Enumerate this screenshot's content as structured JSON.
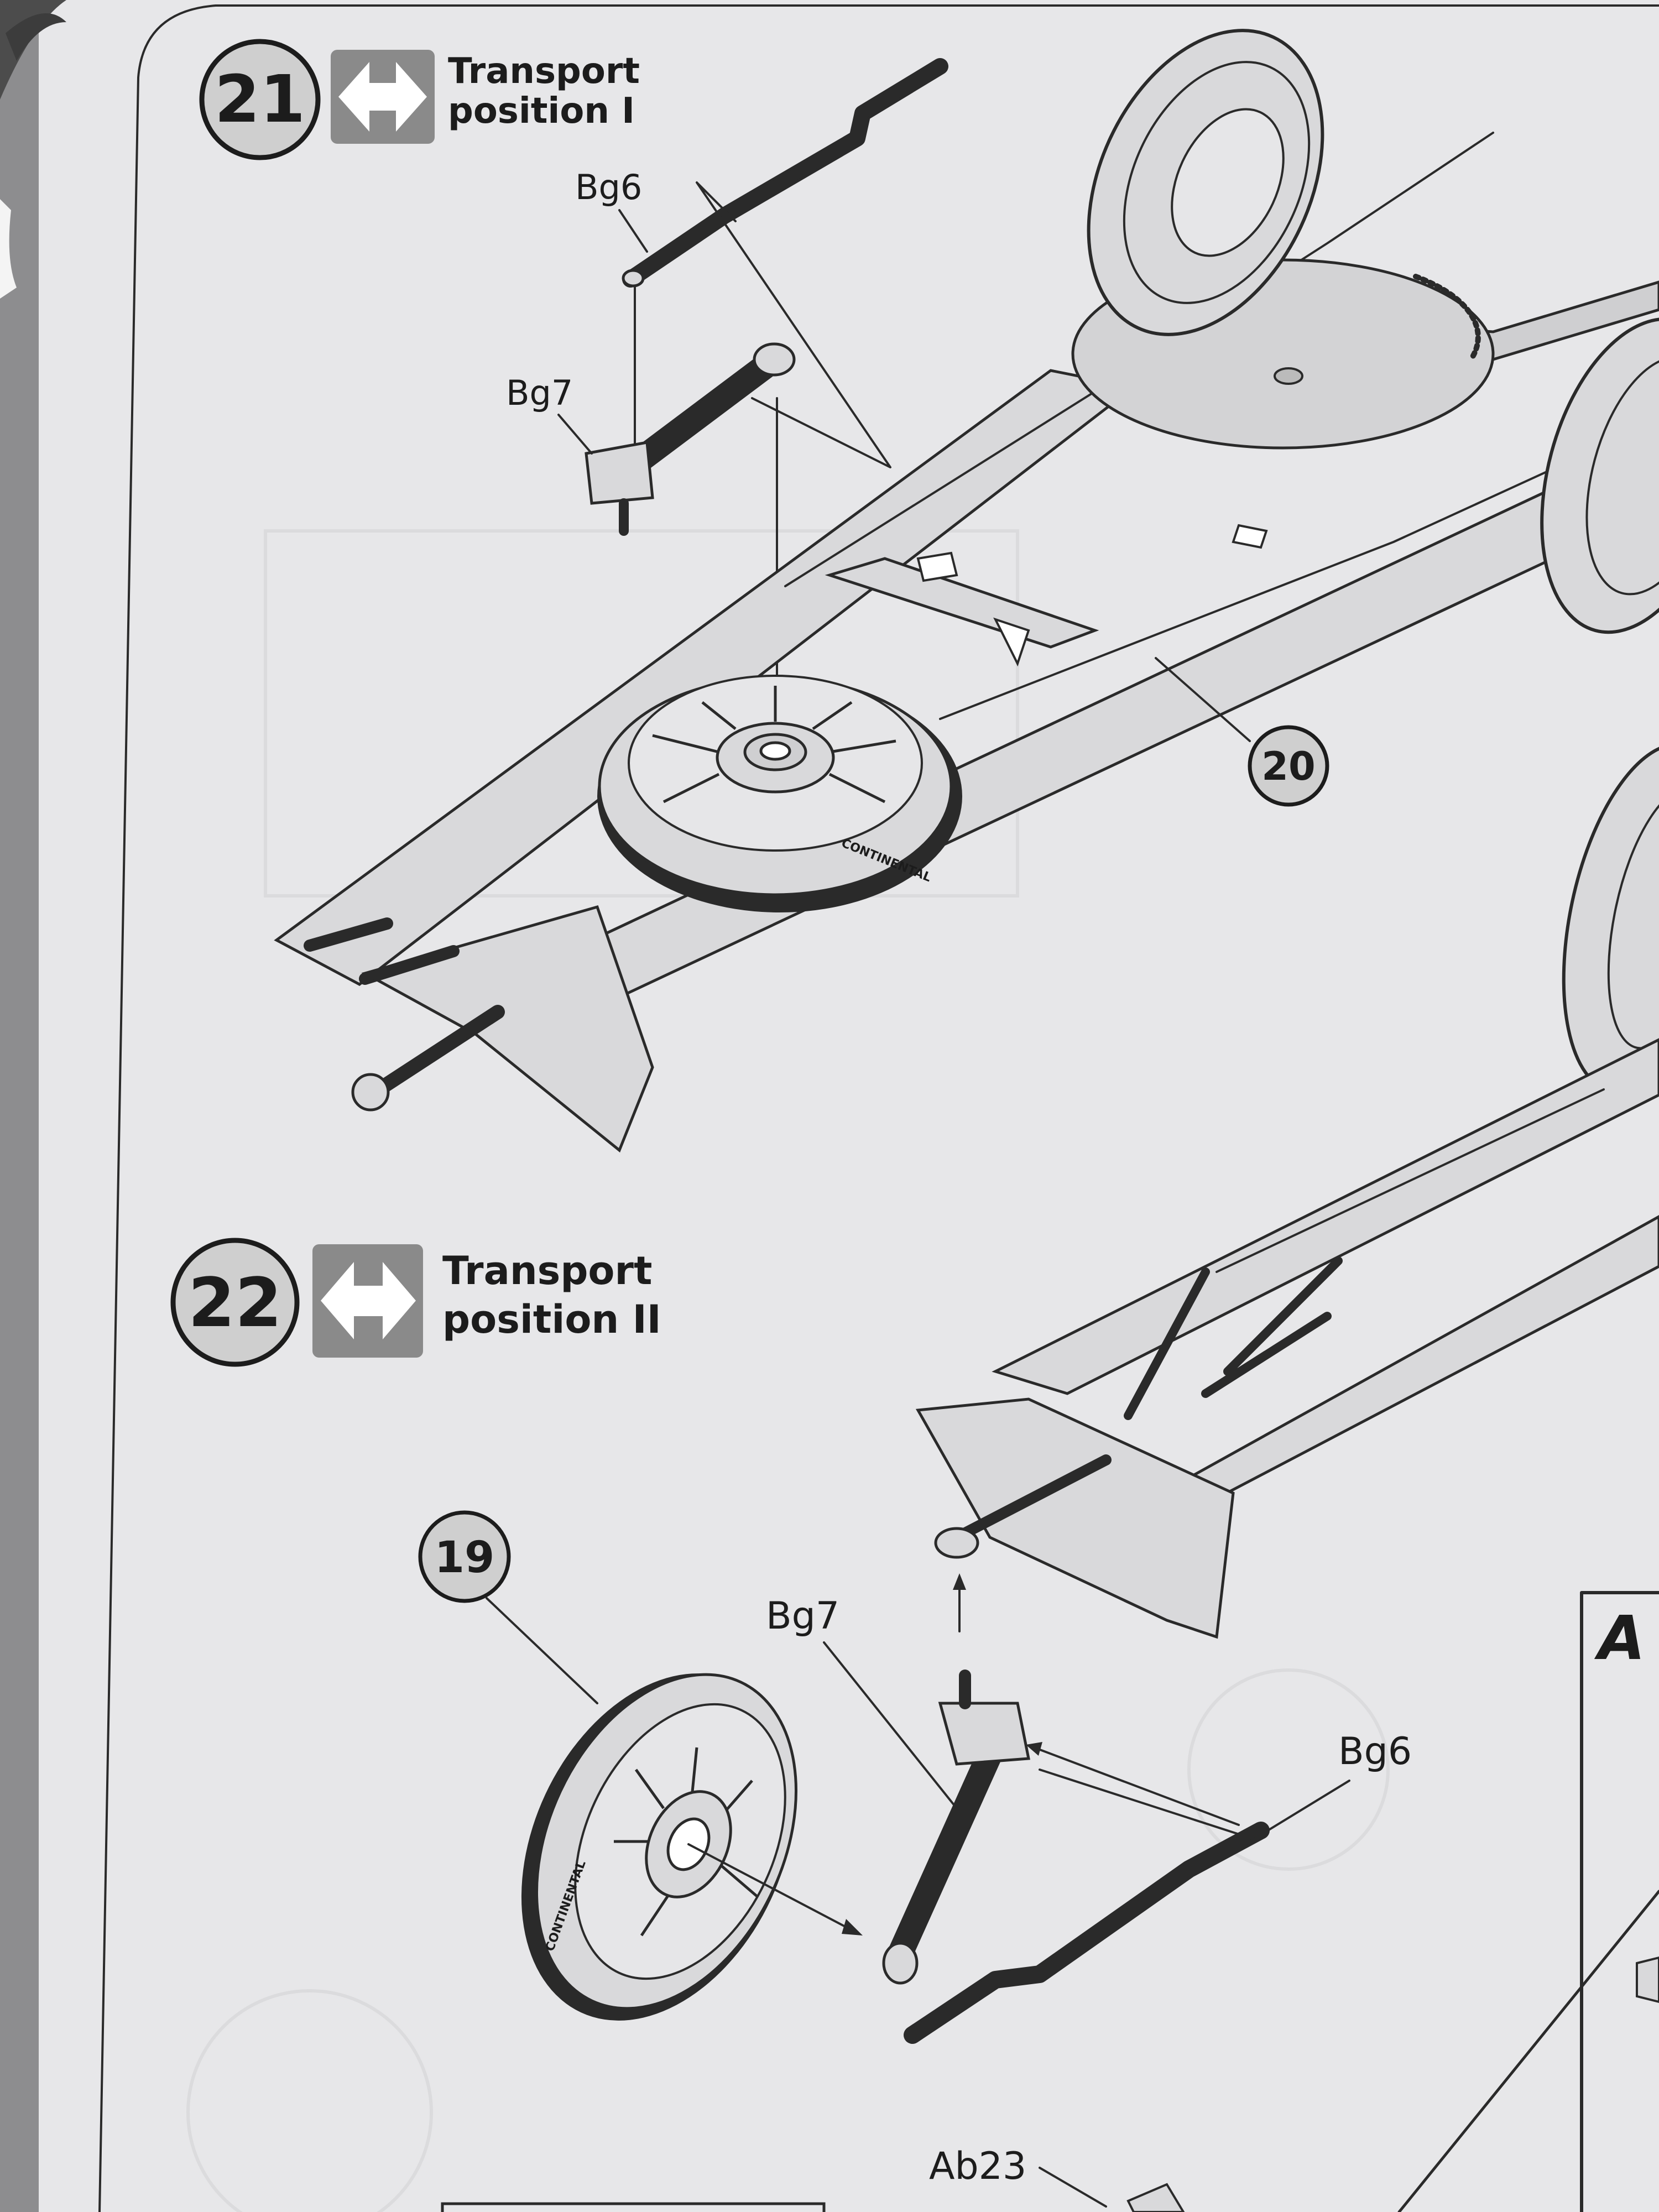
{
  "steps": [
    {
      "number": "21",
      "title_line1": "Transport",
      "title_line2": "position I",
      "part_labels": [
        "Bg6",
        "Bg7"
      ],
      "reference": "20",
      "tire_text": "CONTINENTAL"
    },
    {
      "number": "22",
      "title_line1": "Transport",
      "title_line2": "position II",
      "part_labels": [
        "Bg7",
        "Bg6"
      ],
      "reference": "19",
      "tire_text": "CONTINENTAL"
    }
  ],
  "detail_box_letter": "A",
  "bottom_part_label": "Ab23",
  "colors": {
    "paper": "#e8e8ea",
    "line": "#2a2a2a",
    "part_fill": "#d9d9db",
    "step_circle": "#cfcfcf",
    "icon": "#8a8a8a"
  }
}
